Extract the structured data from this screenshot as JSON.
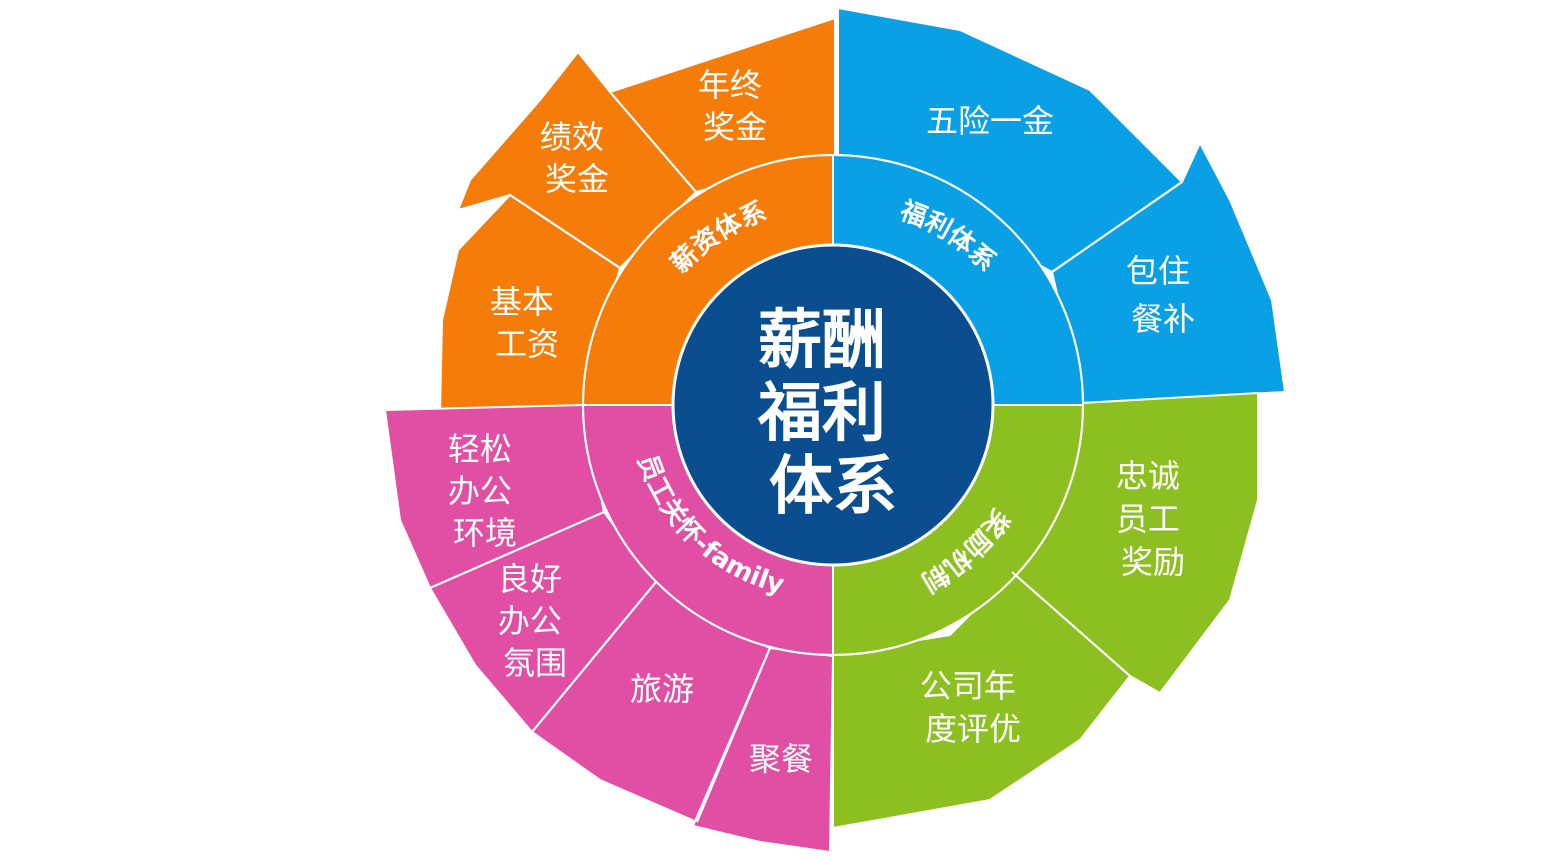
{
  "center": {
    "lines": [
      "薪酬",
      "福利",
      "体系"
    ],
    "color": "#0b4e8f"
  },
  "quadrants": [
    {
      "key": "salary",
      "label": "薪资体系",
      "color": "#f67c0a",
      "items": [
        {
          "lines": [
            "年终",
            "奖金"
          ]
        },
        {
          "lines": [
            "绩效",
            "奖金"
          ]
        },
        {
          "lines": [
            "基本",
            "工资"
          ]
        }
      ]
    },
    {
      "key": "welfare",
      "label": "福利体系",
      "color": "#0aa0e6",
      "items": [
        {
          "lines": [
            "五险一金"
          ]
        },
        {
          "lines": [
            "包住",
            "餐补"
          ]
        }
      ]
    },
    {
      "key": "reward",
      "label": "奖励机制",
      "color": "#8cc020",
      "items": [
        {
          "lines": [
            "忠诚",
            "员工",
            "奖励"
          ]
        },
        {
          "lines": [
            "公司年",
            "度评优"
          ]
        }
      ]
    },
    {
      "key": "care",
      "label": "员工关怀-family",
      "color": "#e04fa4",
      "items": [
        {
          "lines": [
            "轻松",
            "办公",
            "环境"
          ]
        },
        {
          "lines": [
            "良好",
            "办公",
            "氛围"
          ]
        },
        {
          "lines": [
            "旅游"
          ]
        },
        {
          "lines": [
            "聚餐"
          ]
        }
      ]
    }
  ]
}
